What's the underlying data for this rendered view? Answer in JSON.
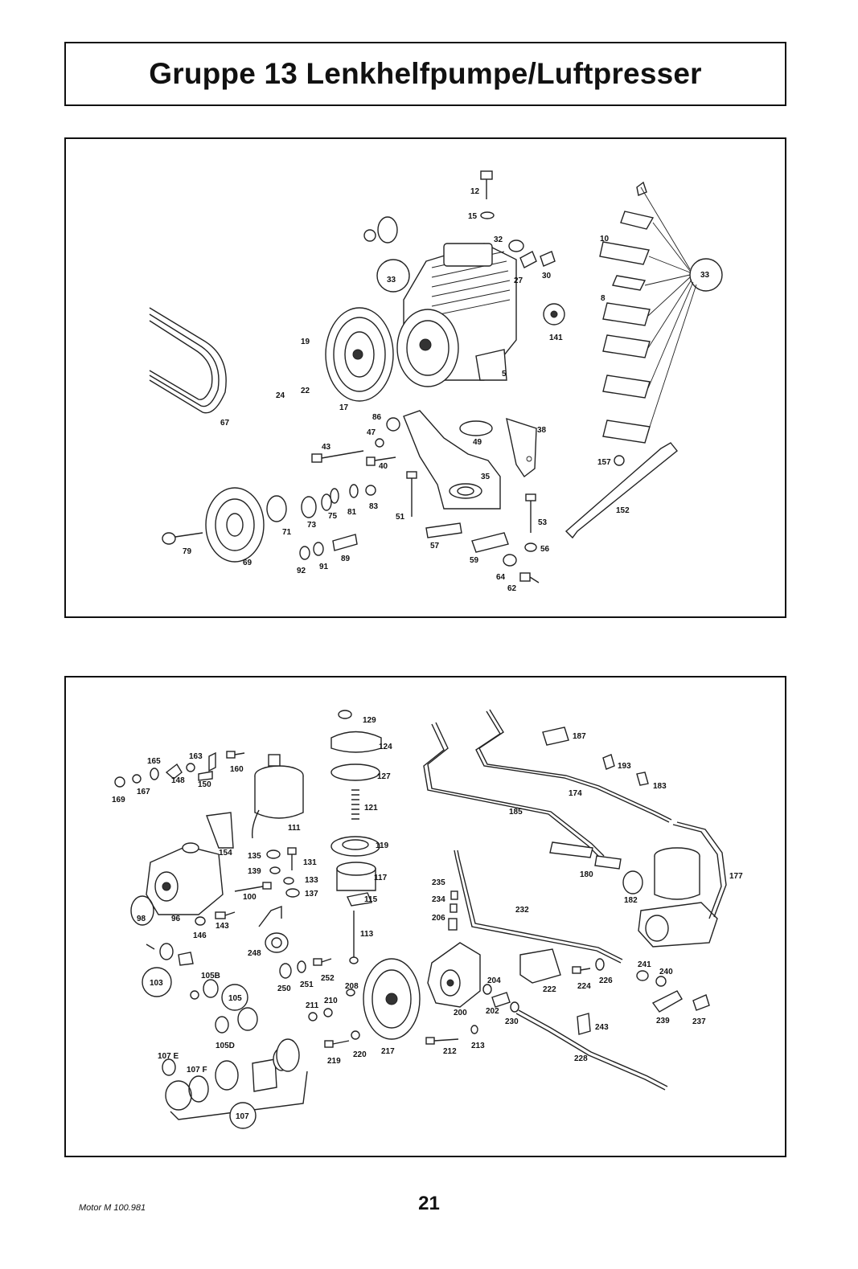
{
  "page_title": "Gruppe 13 Lenkhelfpumpe/Luftpresser",
  "footer": {
    "model": "Motor M 100.981",
    "page_number": "21"
  },
  "figure1": {
    "labels": [
      "12",
      "15",
      "32",
      "27",
      "30",
      "10",
      "33",
      "33",
      "8",
      "141",
      "19",
      "24",
      "22",
      "17",
      "5",
      "67",
      "86",
      "47",
      "43",
      "40",
      "49",
      "38",
      "157",
      "35",
      "51",
      "53",
      "152",
      "71",
      "73",
      "75",
      "81",
      "83",
      "79",
      "69",
      "92",
      "91",
      "89",
      "57",
      "59",
      "64",
      "56",
      "62"
    ]
  },
  "figure2": {
    "labels": [
      "129",
      "124",
      "127",
      "121",
      "119",
      "117",
      "115",
      "113",
      "163",
      "165",
      "148",
      "150",
      "160",
      "169",
      "167",
      "111",
      "154",
      "135",
      "139",
      "131",
      "133",
      "137",
      "100",
      "98",
      "96",
      "146",
      "143",
      "248",
      "103",
      "105B",
      "105",
      "105D",
      "250",
      "251",
      "252",
      "208",
      "211",
      "210",
      "107 E",
      "107 F",
      "107",
      "219",
      "220",
      "217",
      "212",
      "213",
      "235",
      "234",
      "206",
      "200",
      "202",
      "204",
      "230",
      "232",
      "187",
      "193",
      "183",
      "174",
      "185",
      "180",
      "182",
      "177",
      "222",
      "224",
      "226",
      "241",
      "240",
      "239",
      "237",
      "243",
      "228"
    ]
  }
}
